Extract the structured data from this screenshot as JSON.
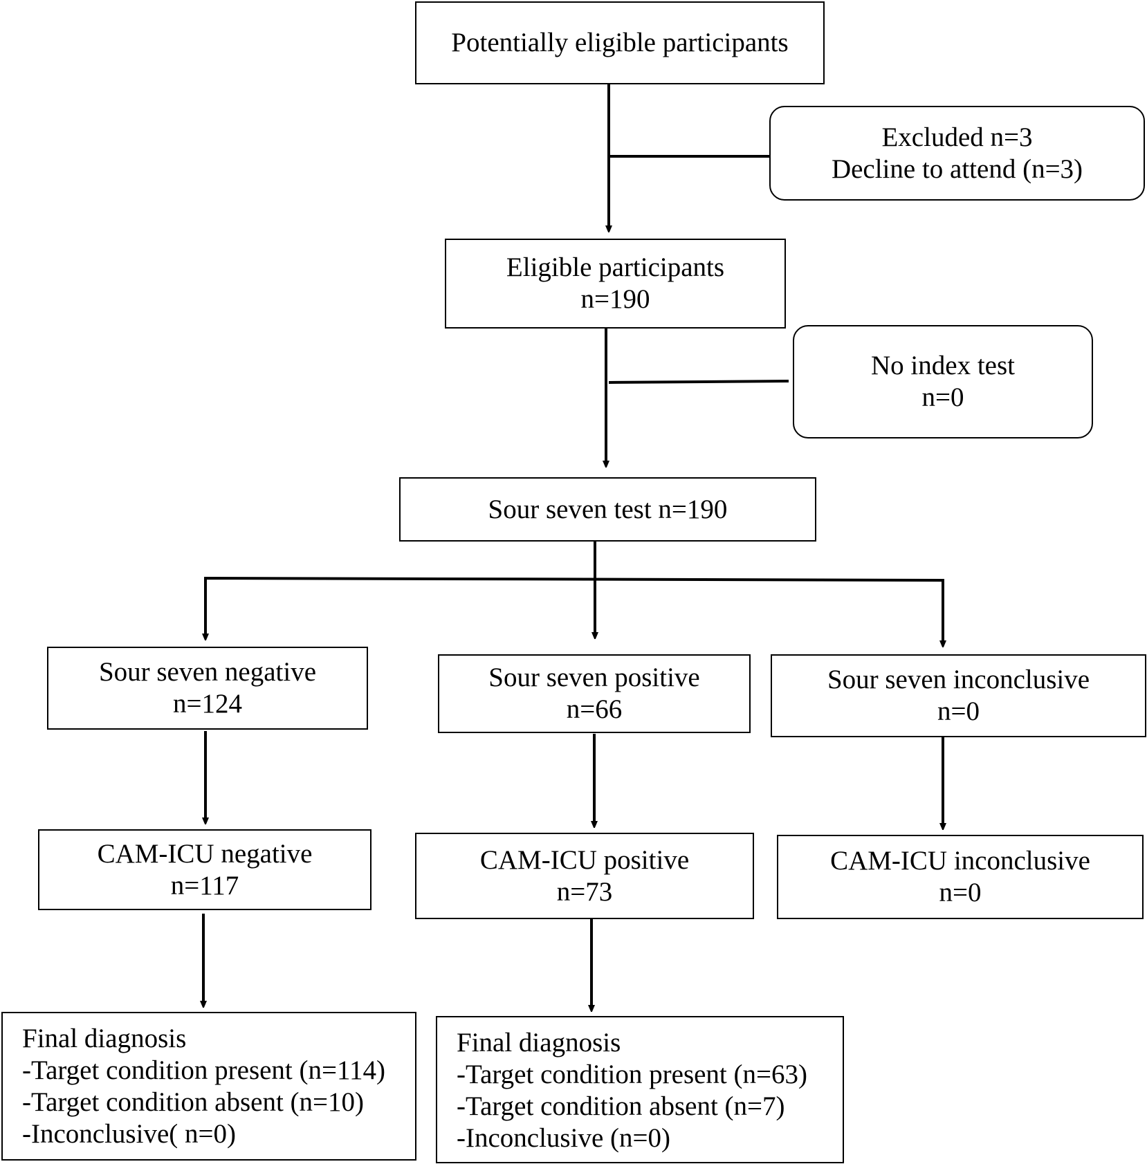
{
  "boxes": {
    "potentially_eligible": {
      "line1": "Potentially eligible participants"
    },
    "excluded": {
      "line1": "Excluded n=3",
      "line2": "Decline to attend (n=3)"
    },
    "eligible": {
      "line1": "Eligible participants",
      "line2": "n=190"
    },
    "no_index_test": {
      "line1": "No index test",
      "line2": "n=0"
    },
    "sour_seven_test": {
      "line1": "Sour seven test n=190"
    },
    "sour_negative": {
      "line1": "Sour seven negative",
      "line2": "n=124"
    },
    "sour_positive": {
      "line1": "Sour seven positive",
      "line2": "n=66"
    },
    "sour_inconclusive": {
      "line1": "Sour seven inconclusive",
      "line2": "n=0"
    },
    "cam_negative": {
      "line1": "CAM-ICU negative",
      "line2": "n=117"
    },
    "cam_positive": {
      "line1": "CAM-ICU positive",
      "line2": "n=73"
    },
    "cam_inconclusive": {
      "line1": "CAM-ICU inconclusive",
      "line2": "n=0"
    },
    "final_left": {
      "line1": "Final diagnosis",
      "line2": "-Target condition present (n=114)",
      "line3": "-Target condition absent (n=10)",
      "line4": "-Inconclusive( n=0)"
    },
    "final_right": {
      "line1": "Final diagnosis",
      "line2": "-Target condition present (n=63)",
      "line3": "-Target condition absent (n=7)",
      "line4": "-Inconclusive (n=0)"
    }
  }
}
